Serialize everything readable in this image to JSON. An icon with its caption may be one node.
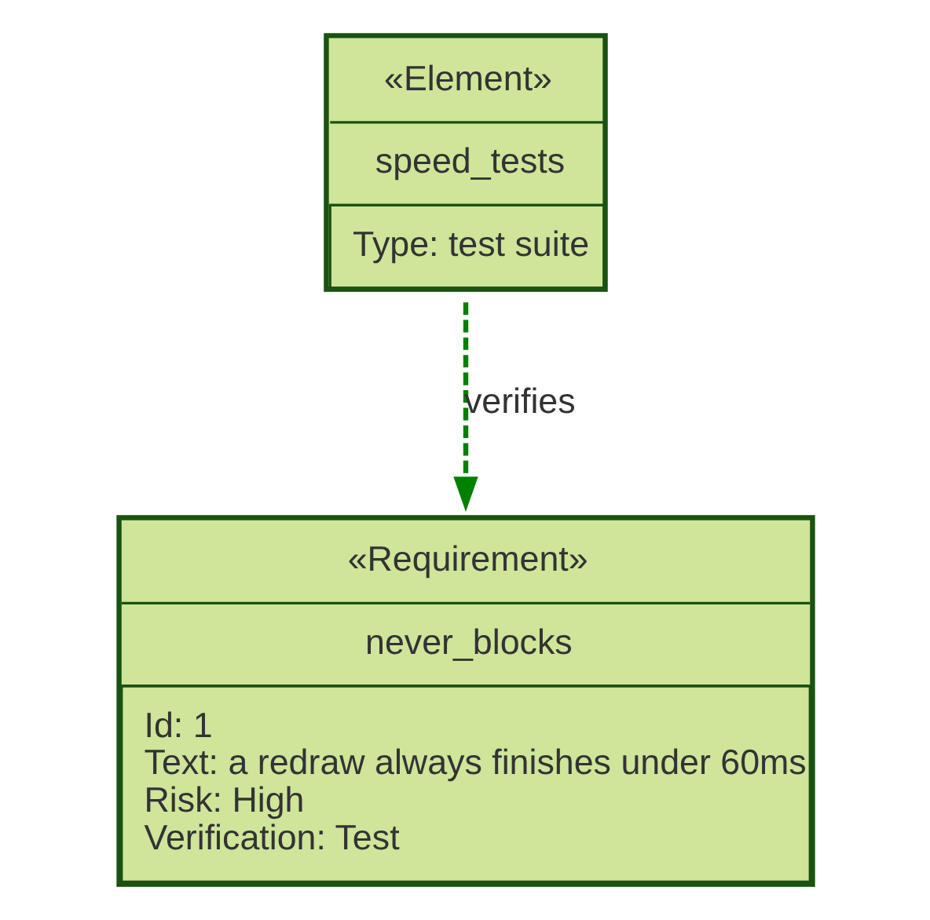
{
  "diagram": {
    "nodes": [
      {
        "text": [
          "«Element»",
          "speed_tests",
          "Type: test suite"
        ]
      },
      {
        "text": [
          "«Requirement»",
          "never_blocks",
          "Id: 1",
          "Text: a redraw always finishes under 60ms",
          "Risk: High",
          "Verification: Test"
        ]
      }
    ],
    "edges": [
      {
        "from": 0,
        "to": 1,
        "arrow": "to",
        "label": "verifies",
        "style": "dashed",
        "color": "#008000"
      }
    ]
  }
}
